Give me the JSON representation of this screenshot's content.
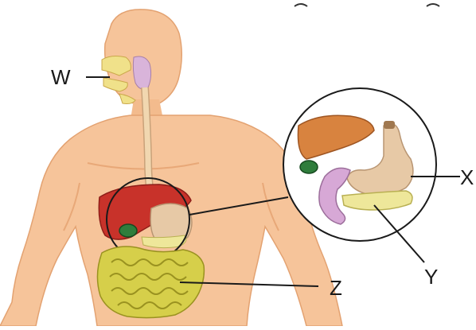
{
  "diagram": {
    "labels": {
      "w": "W",
      "x": "X",
      "y": "Y",
      "z": "Z"
    },
    "icons": {
      "human-torso": "torso-illustration",
      "mouth-salivary": "salivary-glands-icon",
      "esophagus": "esophagus-icon",
      "liver": "liver-icon",
      "gallbladder": "gallbladder-icon",
      "stomach": "stomach-icon",
      "pancreas": "pancreas-icon",
      "small-intestine": "small-intestine-icon",
      "duodenum": "duodenum-icon",
      "magnifier": "magnifier-circle-icon"
    },
    "colors": {
      "skin": "#f6c49a",
      "skin_shadow": "#e8a878",
      "liver": "#c8322a",
      "liver_inset": "#d8833f",
      "stomach": "#e7c9a6",
      "pancreas": "#eee79a",
      "intestine": "#d6cf4a",
      "duodenum": "#d7a8d6",
      "gallbladder": "#2f7d3c",
      "salivary": "#d9b4da",
      "esophagus": "#f1d7b0",
      "line": "#1a1a1a"
    }
  }
}
